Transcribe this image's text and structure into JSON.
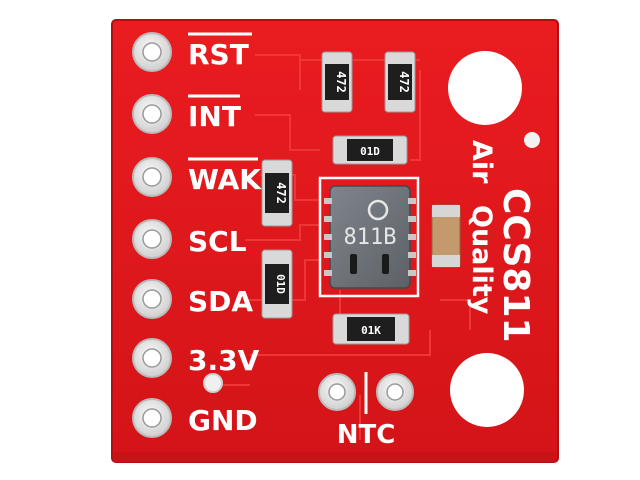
{
  "board": {
    "colors": {
      "pcb": "#e3161b",
      "pcb_edge": "#c10f13",
      "trace": "#f03a3a",
      "silkscreen": "#ffffff",
      "pad": "#e8e8e8",
      "chip": "#6f747a"
    },
    "pins": [
      {
        "label": "RST",
        "overbar": true
      },
      {
        "label": "INT",
        "overbar": true
      },
      {
        "label": "WAK",
        "overbar": true
      },
      {
        "label": "SCL",
        "overbar": false
      },
      {
        "label": "SDA",
        "overbar": false
      },
      {
        "label": "3.3V",
        "overbar": false
      },
      {
        "label": "GND",
        "overbar": false
      }
    ],
    "title": "CCS811",
    "subtitle_line1": "Air",
    "subtitle_line2": "Quality",
    "ntc_label": "NTC",
    "chip_code": "811B",
    "resistor_codes": {
      "r1": "472",
      "r2": "472",
      "r3": "472",
      "r4": "01D",
      "r5": "01D",
      "r6": "01K"
    }
  }
}
